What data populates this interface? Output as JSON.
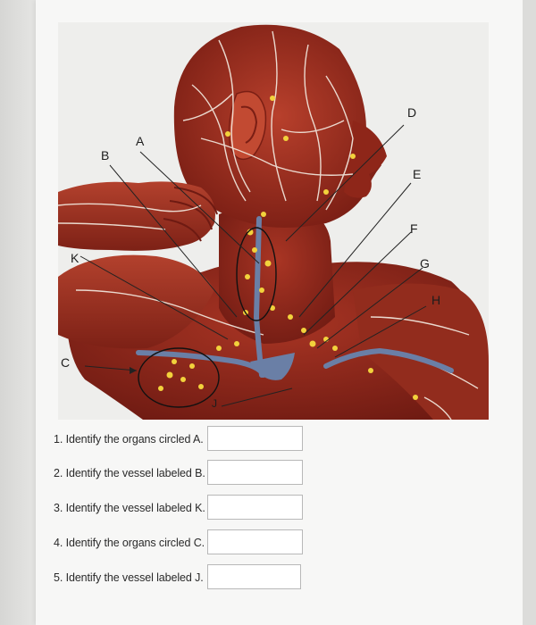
{
  "figure": {
    "labels": {
      "A": "A",
      "B": "B",
      "C": "C",
      "D": "D",
      "E": "E",
      "F": "F",
      "G": "G",
      "H": "H",
      "J": "J",
      "K": "K"
    },
    "colors": {
      "muscle": "#9c2c1e",
      "muscle_dark": "#6e1810",
      "vessel_blue": "#6a7fa6",
      "lymph_node": "#f2d23c",
      "nerve_white": "#f4ece2"
    }
  },
  "questions": [
    {
      "text": "1.  Identify the organs circled A.",
      "answer": ""
    },
    {
      "text": "2.  Identify the vessel labeled B.",
      "answer": ""
    },
    {
      "text": "3.  Identify the vessel labeled K.",
      "answer": ""
    },
    {
      "text": "4.  Identify the organs circled C.",
      "answer": ""
    },
    {
      "text": "5.  Identify the vessel labeled J.",
      "answer": ""
    }
  ]
}
